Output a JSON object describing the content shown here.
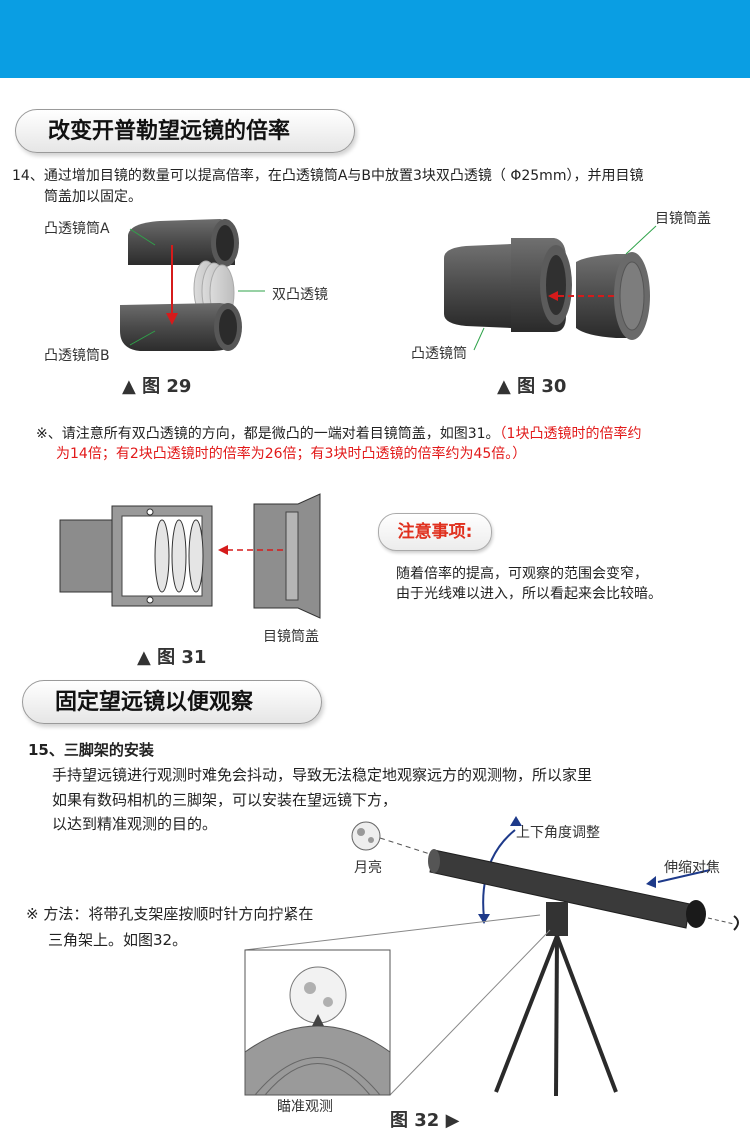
{
  "section1": {
    "title": "改变开普勒望远镜的倍率",
    "step14_line1": "14、通过增加目镜的数量可以提高倍率，在凸透镜筒A与B中放置3块双凸透镜（ Φ25mm），并用目镜",
    "step14_line2": "筒盖加以固定。"
  },
  "fig29": {
    "label_a": "凸透镜筒A",
    "label_b": "凸透镜筒B",
    "label_lens": "双凸透镜",
    "caption": "▲ 图 29"
  },
  "fig30": {
    "label_cap": "目镜筒盖",
    "label_tube": "凸透镜筒",
    "caption": "▲ 图 30"
  },
  "note": {
    "line1_black": "※、请注意所有双凸透镜的方向，都是微凸的一端对着目镜筒盖，如图31。",
    "line1_red": "（1块凸透镜时的倍率约",
    "line2_red": "为14倍；有2块凸透镜时的倍率为26倍；有3块时凸透镜的倍率约为45倍。）"
  },
  "fig31": {
    "label_cap": "目镜筒盖",
    "caption": "▲ 图 31"
  },
  "caution": {
    "title": "注意事项:",
    "line1": "随着倍率的提高，可观察的范围会变窄，",
    "line2": "由于光线难以进入，所以看起来会比较暗。"
  },
  "section2": {
    "title": "固定望远镜以便观察",
    "step15_title": "15、三脚架的安装",
    "para_line1": "手持望远镜进行观测时难免会抖动，导致无法稳定地观察远方的观测物，所以家里",
    "para_line2": "如果有数码相机的三脚架，可以安装在望远镜下方，",
    "para_line3": "以达到精准观测的目的。",
    "method_line1": "※ 方法：将带孔支架座按顺时针方向拧紧在",
    "method_line2": "三角架上。如图32。"
  },
  "fig32": {
    "label_moon": "月亮",
    "label_tilt": "上下角度调整",
    "label_focus": "伸缩对焦",
    "label_aim": "瞄准观测",
    "caption": "图 32 ▶"
  },
  "colors": {
    "header_blue": "#0a9ee3",
    "accent_red": "#e21a1a",
    "note_orange_red": "#e0301e"
  }
}
